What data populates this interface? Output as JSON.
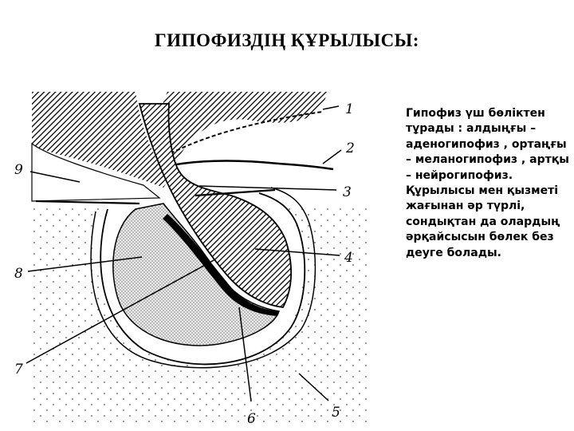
{
  "title": "ГИПОФИЗДІҢ ҚҰРЫЛЫСЫ:",
  "diagram": {
    "labels": [
      "1",
      "2",
      "3",
      "4",
      "5",
      "6",
      "7",
      "8",
      "9"
    ]
  },
  "description": "Гипофиз үш бөліктен тұрады : алдыңғы – аденогипофиз , ортаңғы – меланогипофиз , артқы – нейрогипофиз. Құрылысы мен қызметі жағынан әр түрлі, сондықтан да олардың әрқайсысын бөлек без деуге болады."
}
